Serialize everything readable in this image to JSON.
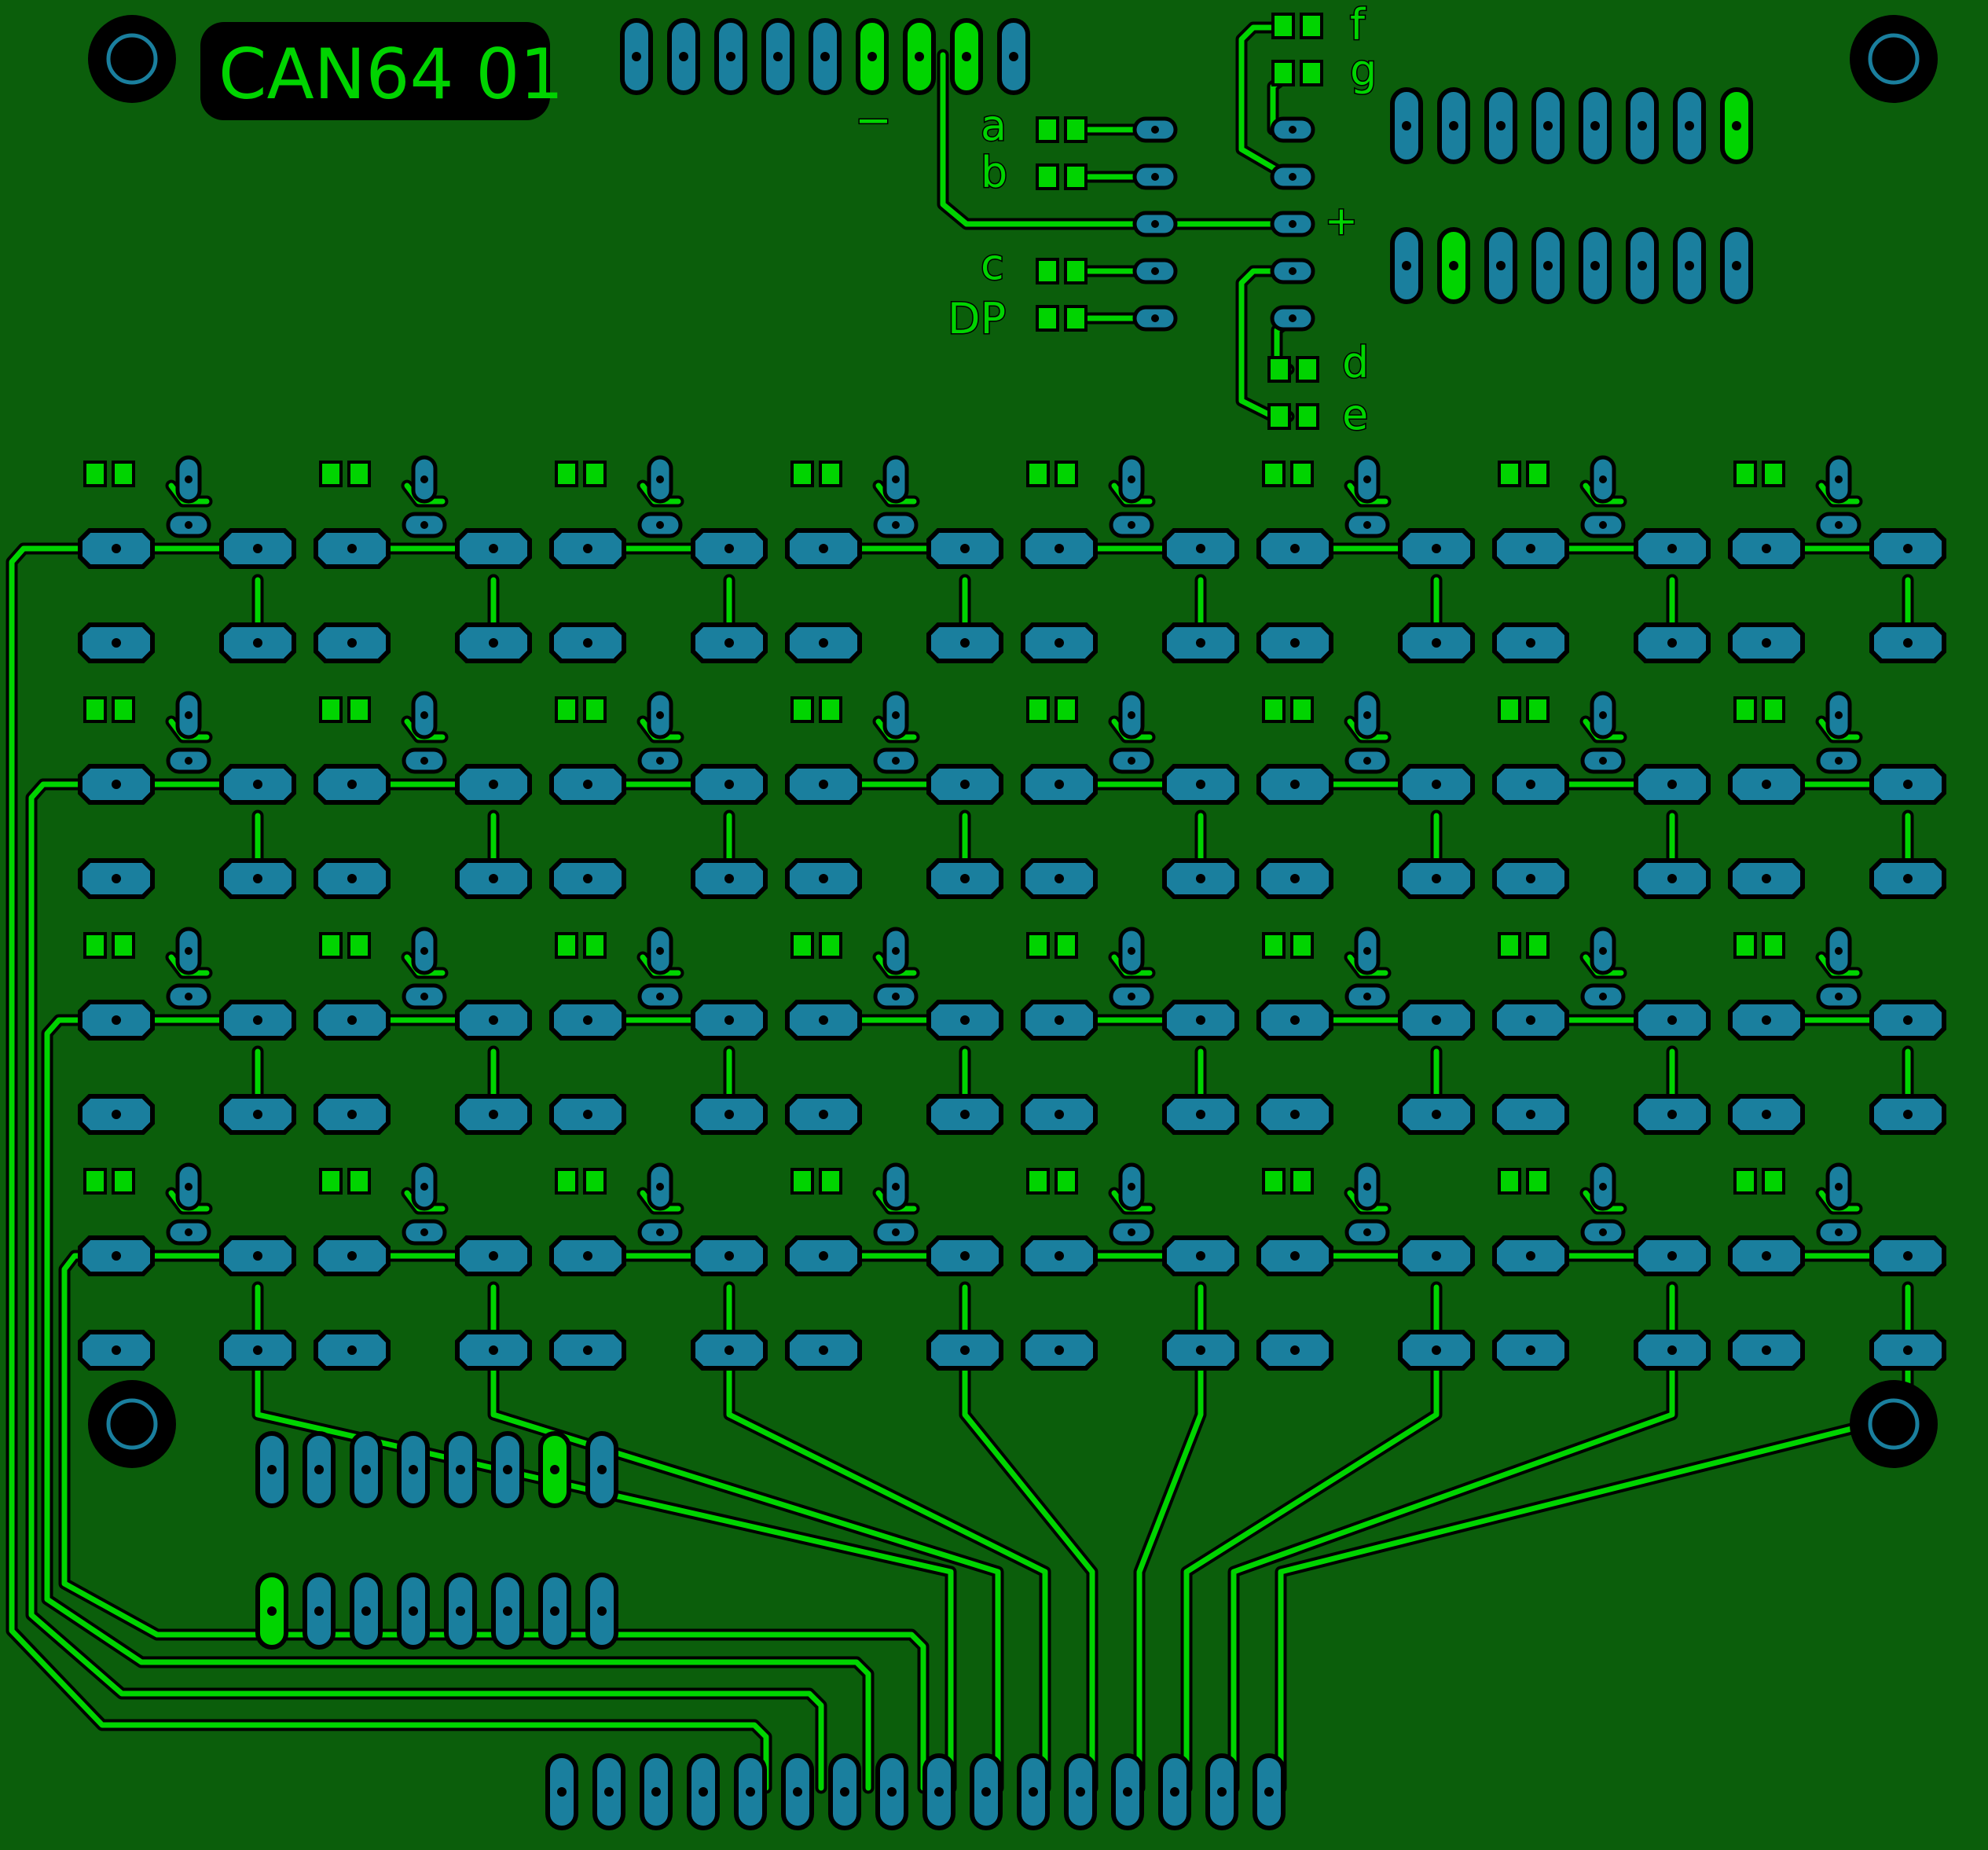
{
  "board": {
    "label": "CAN64 01",
    "minus_mark": "−",
    "plus_mark": "+",
    "segment_labels": {
      "a": "a",
      "b": "b",
      "c": "c",
      "dp": "DP",
      "d": "d",
      "e": "e",
      "f": "f",
      "g": "g"
    }
  },
  "colors": {
    "board": "#0b5e0b",
    "trace": "#00d400",
    "pad": "#1a7f9e",
    "outline": "#000000"
  },
  "grid": {
    "columns": 8,
    "rows": 4,
    "led_pads_per_cell": 2
  },
  "connectors": {
    "top_header_pins": 9,
    "right_upper_pins": 8,
    "right_lower_pins": 8,
    "left_upper_pins": 8,
    "left_lower_pins": 8,
    "bottom_header_pins": 16
  },
  "mounting_holes": 4
}
